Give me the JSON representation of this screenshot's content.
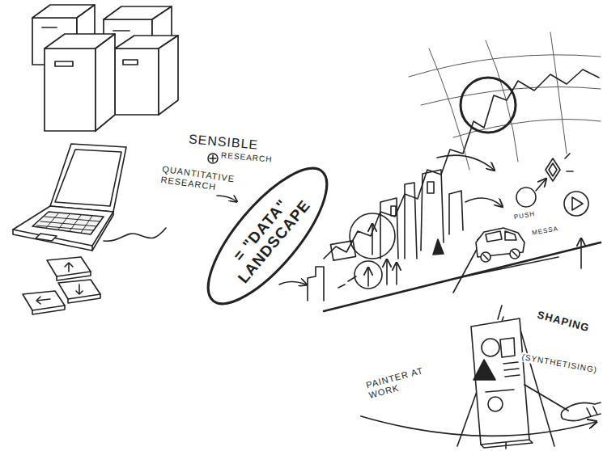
{
  "diagram": {
    "nodes": [
      {
        "text": [
          "= \"DATA\" LANDSCAPE"
        ]
      }
    ],
    "labels": [
      "SENSIBLE",
      "RESEARCH",
      "QUANTITATIVE RESEARCH",
      "PUSH",
      "MESSA",
      "PAINTER AT WORK",
      "SHAPING",
      "(SYNTHETISING)"
    ]
  }
}
